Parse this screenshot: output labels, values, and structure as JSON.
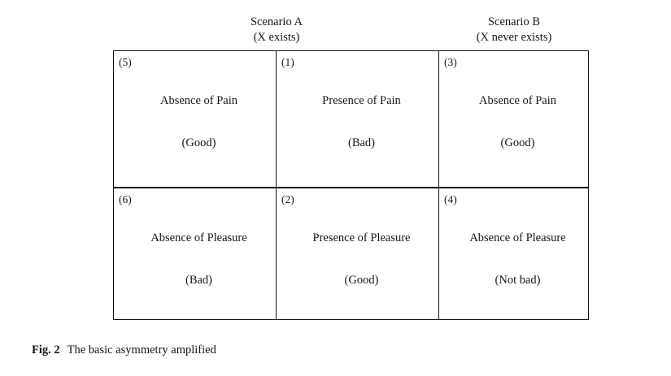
{
  "figure": {
    "caption_label": "Fig. 2",
    "caption_text": "The basic asymmetry amplified"
  },
  "headers": {
    "scenario_a": {
      "title": "Scenario A",
      "subtitle": "(X exists)"
    },
    "scenario_b": {
      "title": "Scenario B",
      "subtitle": "(X never exists)"
    }
  },
  "table": {
    "rows": [
      {
        "cells": [
          {
            "number": "(5)",
            "main": "Absence of Pain",
            "value": "(Good)"
          },
          {
            "number": "(1)",
            "main": "Presence of Pain",
            "value": "(Bad)"
          },
          {
            "number": "(3)",
            "main": "Absence of Pain",
            "value": "(Good)"
          }
        ]
      },
      {
        "cells": [
          {
            "number": "(6)",
            "main": "Absence of Pleasure",
            "value": "(Bad)"
          },
          {
            "number": "(2)",
            "main": "Presence of Pleasure",
            "value": "(Good)"
          },
          {
            "number": "(4)",
            "main": "Absence of Pleasure",
            "value": "(Not bad)"
          }
        ]
      }
    ]
  },
  "colors": {
    "ink": "#16161c",
    "rule": "#111118",
    "background": "#ffffff"
  }
}
